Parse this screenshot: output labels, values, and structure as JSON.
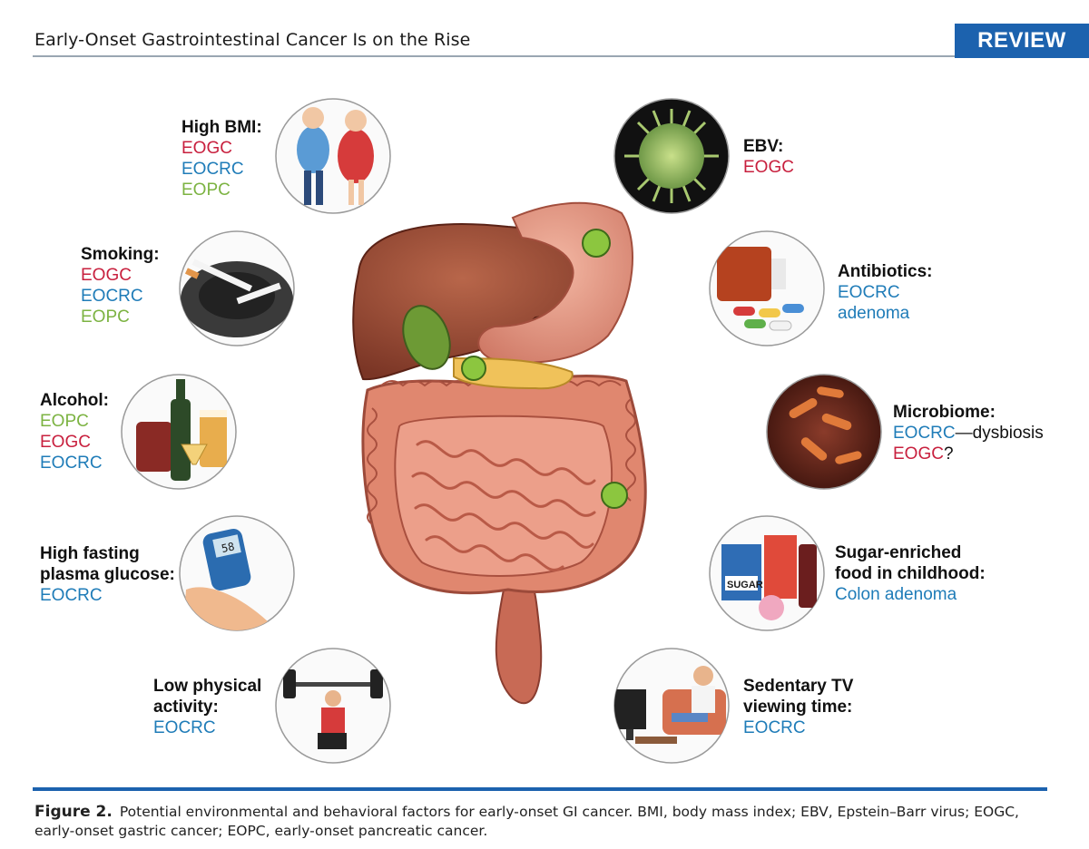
{
  "header": {
    "running_title": "Early-Onset Gastrointestinal Cancer Is on the Rise",
    "badge": "REVIEW"
  },
  "factors": {
    "high_bmi": {
      "title": "High BMI:",
      "items": [
        "EOGC",
        "EOCRC",
        "EOPC"
      ]
    },
    "smoking": {
      "title": "Smoking:",
      "items": [
        "EOGC",
        "EOCRC",
        "EOPC"
      ]
    },
    "alcohol": {
      "title": "Alcohol:",
      "items": [
        "EOPC",
        "EOGC",
        "EOCRC"
      ]
    },
    "glucose": {
      "title_line1": "High fasting",
      "title_line2": "plasma glucose:",
      "items": [
        "EOCRC"
      ]
    },
    "physical": {
      "title_line1": "Low physical",
      "title_line2": "activity:",
      "items": [
        "EOCRC"
      ]
    },
    "ebv": {
      "title": "EBV:",
      "items": [
        "EOGC"
      ]
    },
    "antibiotics": {
      "title": "Antibiotics:",
      "items": [
        "EOCRC",
        "adenoma"
      ]
    },
    "microbiome": {
      "title": "Microbiome:",
      "item1_term": "EOCRC",
      "item1_rest": "—dysbiosis",
      "item2_term": "EOGC",
      "item2_rest": "?"
    },
    "sugar": {
      "title_line1": "Sugar-enriched",
      "title_line2": "food in childhood:",
      "items": [
        "Colon adenoma"
      ]
    },
    "tv": {
      "title_line1": "Sedentary TV",
      "title_line2": "viewing time:",
      "items": [
        "EOCRC"
      ]
    }
  },
  "illustration_text": {
    "sugar_box": "SUGAR",
    "glucometer": "58"
  },
  "caption": {
    "label": "Figure 2.",
    "text": "Potential environmental and behavioral factors for early-onset GI cancer. BMI, body mass index; EBV, Epstein–Barr virus; EOGC, early-onset gastric cancer; EOPC, early-onset pancreatic cancer."
  },
  "colors": {
    "eogc": "#c8203e",
    "eocrc": "#1f7cb8",
    "eopc": "#7cb342",
    "brand": "#1c62ae"
  }
}
